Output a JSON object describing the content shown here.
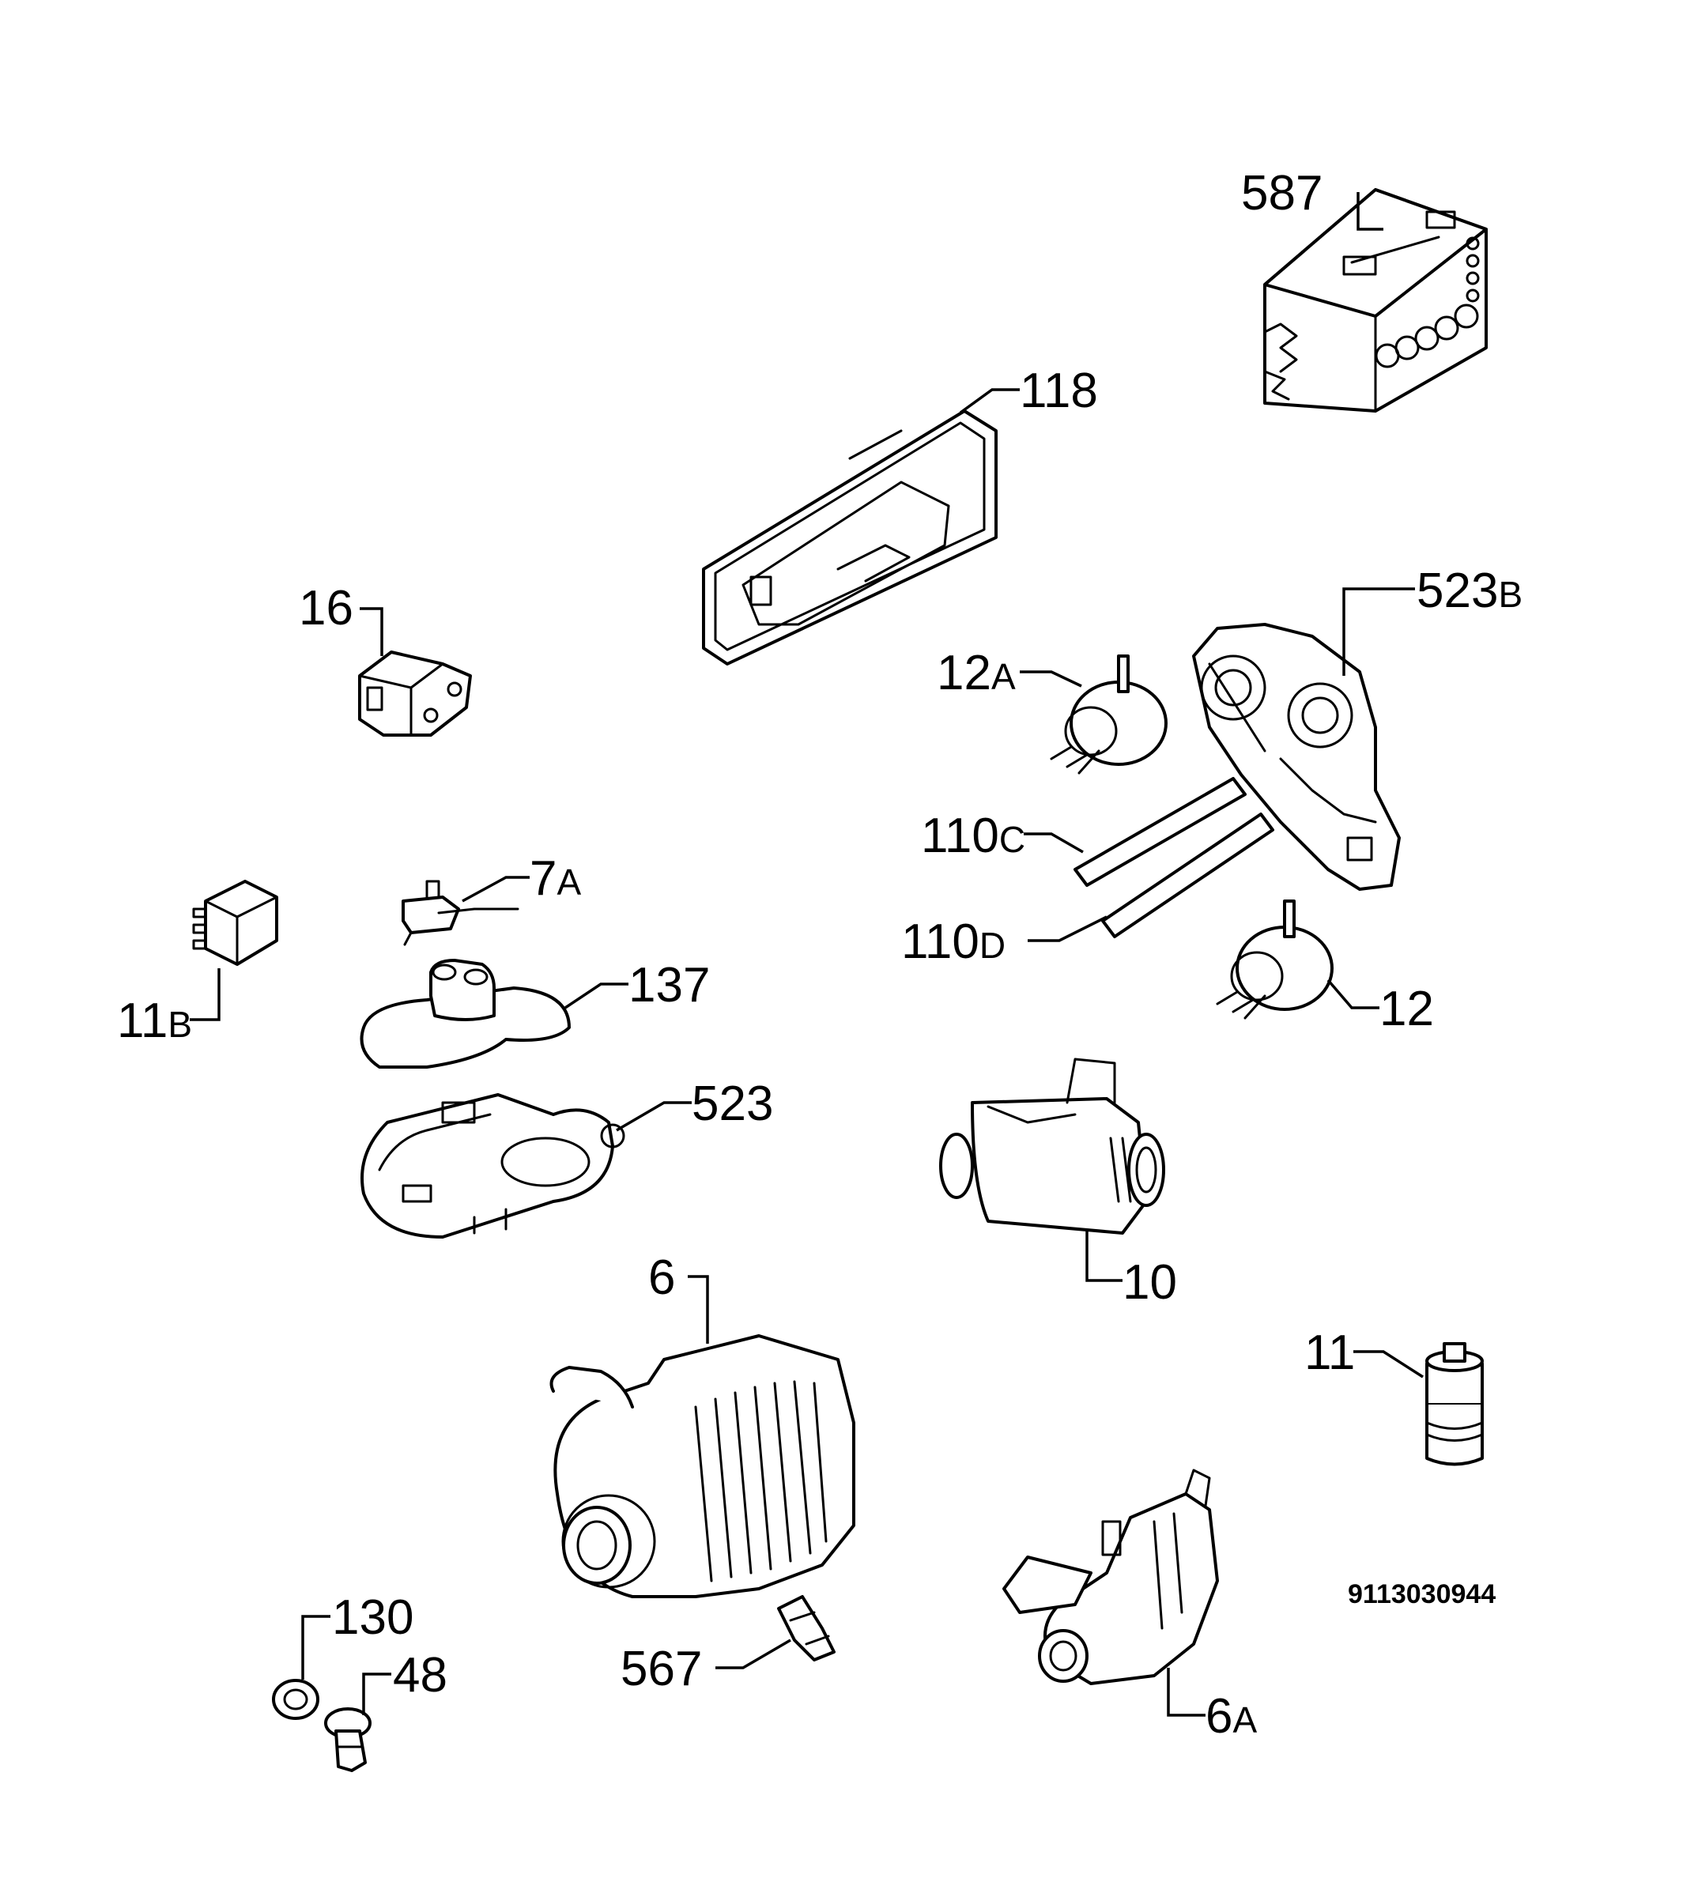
{
  "diagram_code": "9113030944",
  "callouts": {
    "p587": {
      "num": "587",
      "suffix": ""
    },
    "p118": {
      "num": "118",
      "suffix": ""
    },
    "p16": {
      "num": "16",
      "suffix": ""
    },
    "p523b": {
      "num": "523",
      "suffix": "B"
    },
    "p12a": {
      "num": "12",
      "suffix": "A"
    },
    "p110c": {
      "num": "110",
      "suffix": "C"
    },
    "p110d": {
      "num": "110",
      "suffix": "D"
    },
    "p12": {
      "num": "12",
      "suffix": ""
    },
    "p7a": {
      "num": "7",
      "suffix": "A"
    },
    "p11b": {
      "num": "11",
      "suffix": "B"
    },
    "p137": {
      "num": "137",
      "suffix": ""
    },
    "p523": {
      "num": "523",
      "suffix": ""
    },
    "p10": {
      "num": "10",
      "suffix": ""
    },
    "p6": {
      "num": "6",
      "suffix": ""
    },
    "p11": {
      "num": "11",
      "suffix": ""
    },
    "p130": {
      "num": "130",
      "suffix": ""
    },
    "p48": {
      "num": "48",
      "suffix": ""
    },
    "p567": {
      "num": "567",
      "suffix": ""
    },
    "p6a": {
      "num": "6",
      "suffix": "A"
    }
  }
}
